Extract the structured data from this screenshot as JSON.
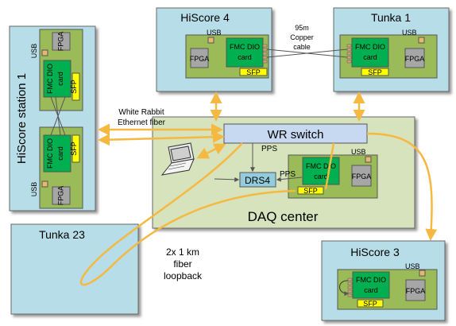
{
  "stations": {
    "hiscore4": {
      "title": "HiScore 4"
    },
    "tunka1": {
      "title": "Tunka 1"
    },
    "hiscore1": {
      "title": "HiScore station 1"
    },
    "tunka23": {
      "title": "Tunka 23"
    },
    "hiscore3": {
      "title": "HiScore 3"
    },
    "daq": {
      "title": "DAQ center"
    }
  },
  "card": {
    "fpga": "FPGA",
    "usb": "USB",
    "sfp": "SFP",
    "fmc_line1": "FMC DIO",
    "fmc_line2": "card"
  },
  "labels": {
    "wr_switch": "WR switch",
    "drs4": "DRS4",
    "pps1": "PPS",
    "pps2": "PPS",
    "copper_line1": "95m",
    "copper_line2": "Copper",
    "copper_line3": "cable",
    "wr_fiber_line1": "White Rabbit",
    "wr_fiber_line2": "Ethernet fiber",
    "loop_line1": "2x 1 km",
    "loop_line2": "fiber",
    "loop_line3": "loopback"
  },
  "colors": {
    "station_fill": "#b7dde8",
    "daq_fill": "#d6e3bc",
    "board_fill": "#9bbb59",
    "fmc_fill": "#00b050",
    "sfp_fill": "#ffff00",
    "fpga_fill": "#a6a6a6",
    "switch_fill": "#c6d9f1",
    "drs4_fill": "#93cddd",
    "fiber": "#f5b942"
  }
}
